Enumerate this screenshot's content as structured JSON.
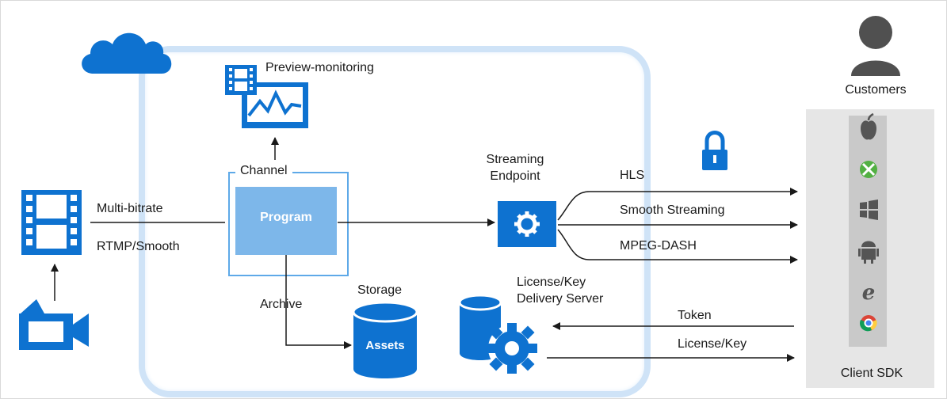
{
  "labels": {
    "preview": "Preview-monitoring",
    "channel": "Channel",
    "program": "Program",
    "multi_bitrate": "Multi-bitrate",
    "rtmp": "RTMP/Smooth",
    "streaming_endpoint_1": "Streaming",
    "streaming_endpoint_2": "Endpoint",
    "hls": "HLS",
    "smooth_streaming": "Smooth Streaming",
    "mpeg_dash": "MPEG-DASH",
    "archive": "Archive",
    "storage": "Storage",
    "assets": "Assets",
    "license_server_1": "License/Key",
    "license_server_2": "Delivery Server",
    "token": "Token",
    "license_key": "License/Key",
    "customers": "Customers",
    "client_sdk": "Client SDK"
  },
  "colors": {
    "accent": "#0e72d0",
    "program_fill": "#7db7ea",
    "channel_border": "#5ea9e8",
    "cloud_region": "#cfe3f7",
    "client_panel": "#e6e6e6",
    "os_strip": "#c9c9c9",
    "person": "#505050",
    "xbox": "#52b043"
  },
  "client_platforms": [
    "apple-icon",
    "xbox-icon",
    "windows-icon",
    "android-icon",
    "internet-explorer-icon",
    "chrome-icon"
  ]
}
